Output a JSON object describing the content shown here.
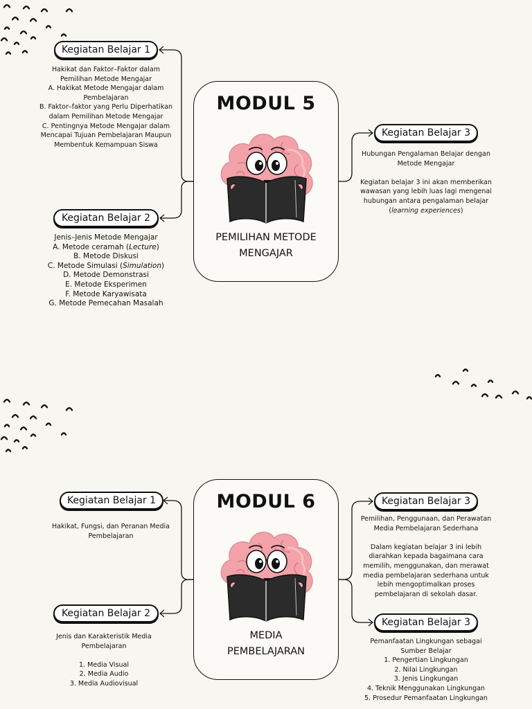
{
  "colors": {
    "background": "#f8f6f1",
    "line": "#111111",
    "brain": "#f2a2a8",
    "book": "#2b2b2b"
  },
  "modules": [
    {
      "title": "MODUL 5",
      "subtitle": [
        "PEMILIHAN METODE",
        "MENGAJAR"
      ],
      "kb1": {
        "label": "Kegiatan Belajar 1",
        "lines": [
          "Hakikat dan Faktor–Faktor dalam",
          "Pemilihan Metode Mengajar",
          "A. Hakikat Metode Mengajar dalam",
          "Pembelajaran",
          "B. Faktor–faktor yang Perlu Diperhatikan",
          "dalam Pemilihan Metode Mengajar",
          "C. Pentingnya Metode Mengajar dalam",
          "Mencapai Tujuan Pembelajaran Maupun",
          "Membentuk Kemampuan Siswa"
        ]
      },
      "kb2": {
        "label": "Kegiatan Belajar 2",
        "lines": [
          "Jenis–Jenis Metode Mengajar",
          "A. Metode ceramah (Lecture)",
          "B. Metode Diskusi",
          "C. Metode Simulasi (Simulation)",
          "D. Metode Demonstrasi",
          "E. Metode Eksperimen",
          "F. Metode Karyawisata",
          "G. Metode Pemecahan Masalah"
        ]
      },
      "kb3": {
        "label": "Kegiatan Belajar 3",
        "lines": [
          "Hubungan Pengalaman Belajar dengan",
          "Metode Mengajar",
          "",
          "Kegiatan belajar 3 ini akan memberikan",
          "wawasan yang lebih luas lagi mengenai",
          "hubungan antara pengalaman belajar",
          "(learning experiences)"
        ]
      }
    },
    {
      "title": "MODUL 6",
      "subtitle": [
        "MEDIA",
        "PEMBELAJARAN"
      ],
      "kb1": {
        "label": "Kegiatan Belajar 1",
        "lines": [
          "Hakikat, Fungsi, dan Peranan Media",
          "Pembelajaran"
        ]
      },
      "kb2": {
        "label": "Kegiatan Belajar 2",
        "lines": [
          "Jenis dan Karakteristik Media",
          "Pembelajaran",
          "",
          "1. Media Visual",
          "2. Media Audio",
          "3. Media Audiovisual"
        ]
      },
      "kb3a": {
        "label": "Kegiatan Belajar 3",
        "lines": [
          "Pemilihan, Penggunaan, dan Perawatan",
          "Media Pembelajaran Sederhana",
          "",
          "Dalam kegiatan belajar 3 ini lebih",
          "diarahkan kepada bagaimana cara",
          "memilih, menggunakan, dan merawat",
          "media pembelajaran sederhana untuk",
          "lebih mengoptimalkan proses",
          "pembelajaran di sekolah dasar."
        ]
      },
      "kb3b": {
        "label": "Kegiatan Belajar 3",
        "lines": [
          "Pemanfaatan Lingkungan sebagai",
          "Sumber Belajar",
          "1. Pengertian Lingkungan",
          "2. Nilai Lingkungan",
          "3. Jenis Lingkungan",
          "4. Teknik Menggunakan Lingkungan",
          "5. Prosedur Pemanfaatan Lingkungan"
        ]
      }
    }
  ]
}
